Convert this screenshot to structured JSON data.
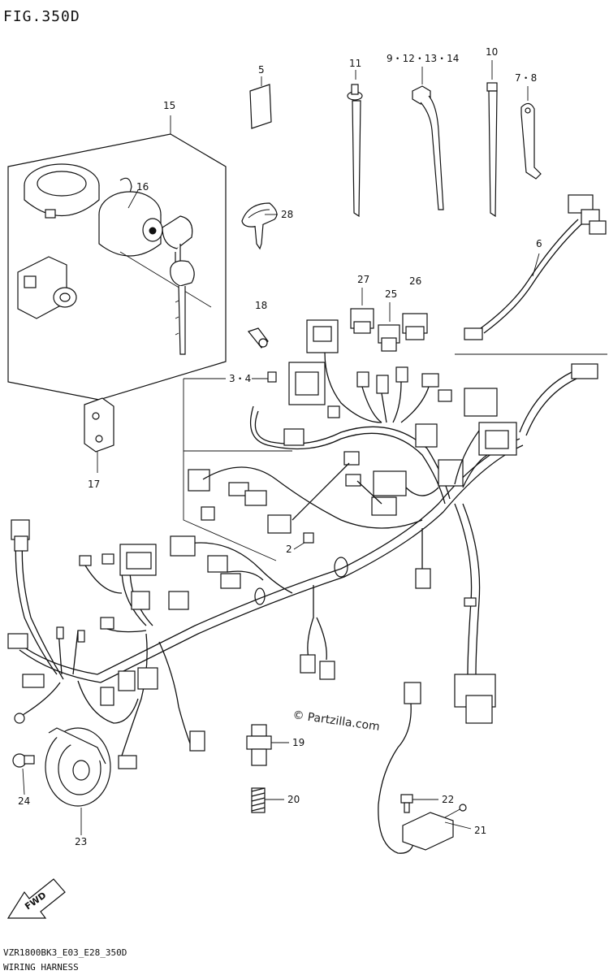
{
  "figure": {
    "title": "FIG.350D",
    "footer_code": "VZR1800BK3_E03_E28_350D",
    "footer_name": "WIRING HARNESS",
    "watermark": "© Partzilla.com",
    "fwd_label": "FWD"
  },
  "callouts": {
    "c2": "2",
    "c3_4": "3・4",
    "c5": "5",
    "c6": "6",
    "c7_8": "7・8",
    "c9_14": "9・12・13・14",
    "c10": "10",
    "c11": "11",
    "c15": "15",
    "c16": "16",
    "c17": "17",
    "c18": "18",
    "c19": "19",
    "c20": "20",
    "c21": "21",
    "c22": "22",
    "c23": "23",
    "c24": "24",
    "c25": "25",
    "c26": "26",
    "c27": "27",
    "c28": "28"
  }
}
